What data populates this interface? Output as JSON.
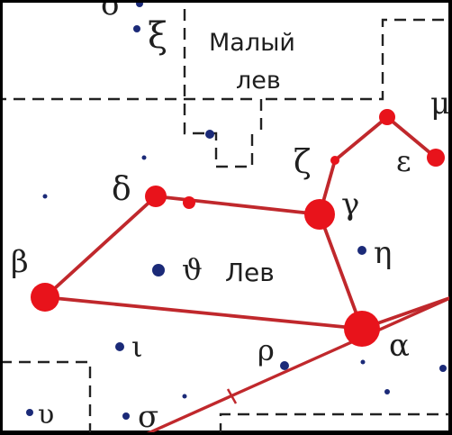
{
  "map": {
    "constellations": [
      {
        "id": "leo-minor",
        "name": "Малый\nлев"
      },
      {
        "id": "leo",
        "name": "Лев"
      }
    ],
    "greek_labels": {
      "xi": "ξ",
      "mu": "μ",
      "zeta": "ζ",
      "epsilon": "ε",
      "delta": "δ",
      "gamma": "γ",
      "eta": "η",
      "beta": "β",
      "theta": "ϑ",
      "iota": "ι",
      "rho": "ρ",
      "alpha": "α",
      "upsilon": "υ",
      "sigma": "σ",
      "top_partial": "δ"
    },
    "colors": {
      "background": "#ffffff",
      "frame": "#000000",
      "boundary": "#222222",
      "stick_figure": "#c0282c",
      "bright_star": "#e8131b",
      "faint_star": "#1b2a78",
      "ecliptic": "#c0282c"
    }
  }
}
